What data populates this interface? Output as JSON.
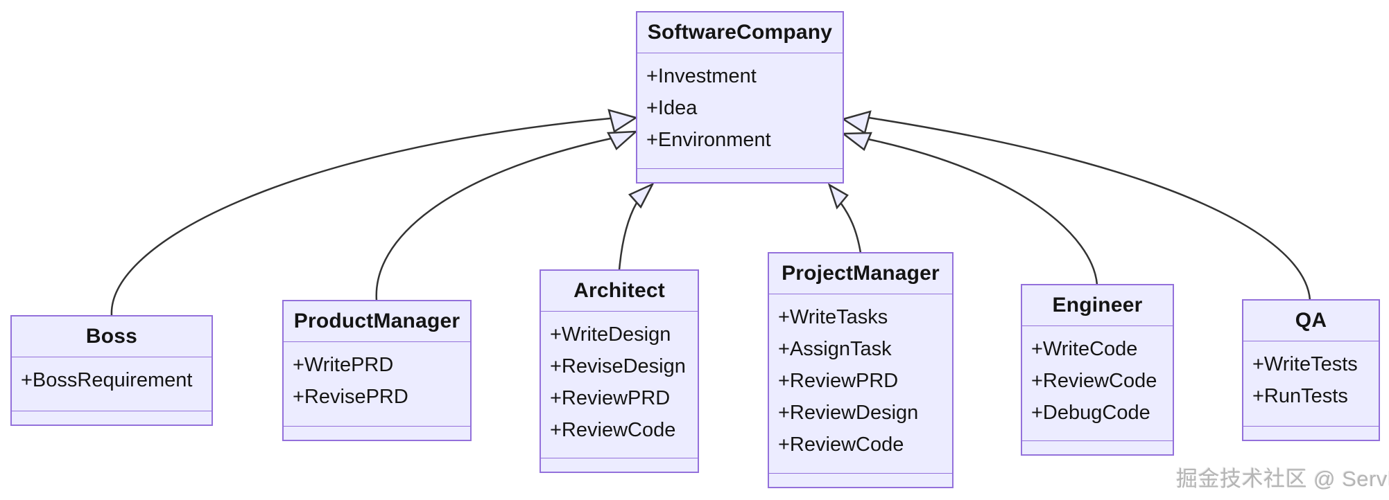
{
  "diagram": {
    "type": "uml-class-diagram",
    "classes": [
      {
        "name": "SoftwareCompany",
        "attrs": [
          "+Investment",
          "+Idea",
          "+Environment"
        ]
      },
      {
        "name": "Boss",
        "attrs": [
          "+BossRequirement"
        ]
      },
      {
        "name": "ProductManager",
        "attrs": [
          "+WritePRD",
          "+RevisePRD"
        ]
      },
      {
        "name": "Architect",
        "attrs": [
          "+WriteDesign",
          "+ReviseDesign",
          "+ReviewPRD",
          "+ReviewCode"
        ]
      },
      {
        "name": "ProjectManager",
        "attrs": [
          "+WriteTasks",
          "+AssignTask",
          "+ReviewPRD",
          "+ReviewDesign",
          "+ReviewCode"
        ]
      },
      {
        "name": "Engineer",
        "attrs": [
          "+WriteCode",
          "+ReviewCode",
          "+DebugCode"
        ]
      },
      {
        "name": "QA",
        "attrs": [
          "+WriteTests",
          "+RunTests"
        ]
      }
    ],
    "edges": [
      {
        "from": "Boss",
        "to": "SoftwareCompany",
        "type": "inheritance"
      },
      {
        "from": "ProductManager",
        "to": "SoftwareCompany",
        "type": "inheritance"
      },
      {
        "from": "Architect",
        "to": "SoftwareCompany",
        "type": "inheritance"
      },
      {
        "from": "ProjectManager",
        "to": "SoftwareCompany",
        "type": "inheritance"
      },
      {
        "from": "Engineer",
        "to": "SoftwareCompany",
        "type": "inheritance"
      },
      {
        "from": "QA",
        "to": "SoftwareCompany",
        "type": "inheritance"
      }
    ]
  },
  "colors": {
    "node_fill": "#ECECFF",
    "node_border": "#9370DB",
    "edge_line": "#333333",
    "text": "#141414",
    "watermark": "#b5b5b5"
  },
  "watermark": "掘金技术社区 @ ServBay"
}
